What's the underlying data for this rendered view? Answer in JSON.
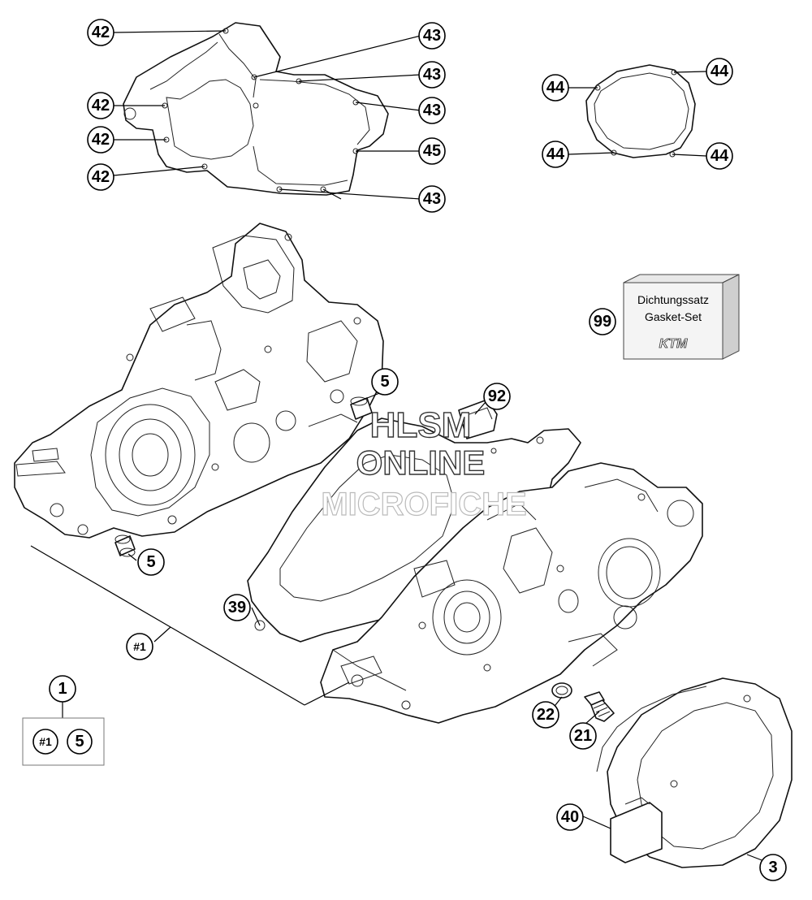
{
  "callouts": {
    "c42a": "42",
    "c42b": "42",
    "c42c": "42",
    "c42d": "42",
    "c43a": "43",
    "c43b": "43",
    "c43c": "43",
    "c43d": "43",
    "c45": "45",
    "c44a": "44",
    "c44b": "44",
    "c44c": "44",
    "c44d": "44",
    "c99": "99",
    "c5a": "5",
    "c5b": "5",
    "c5c": "5",
    "c92": "92",
    "c39": "39",
    "c1a": "#1",
    "c1b": "#1",
    "c1": "1",
    "c22": "22",
    "c21": "21",
    "c40": "40",
    "c3": "3"
  },
  "gasket_box": {
    "line1": "Dichtungssatz",
    "line2": "Gasket-Set",
    "logo": "KTM"
  },
  "watermark": {
    "line1": "HLSM",
    "line2": "ONLINE",
    "line3": "MICROFICHE"
  }
}
